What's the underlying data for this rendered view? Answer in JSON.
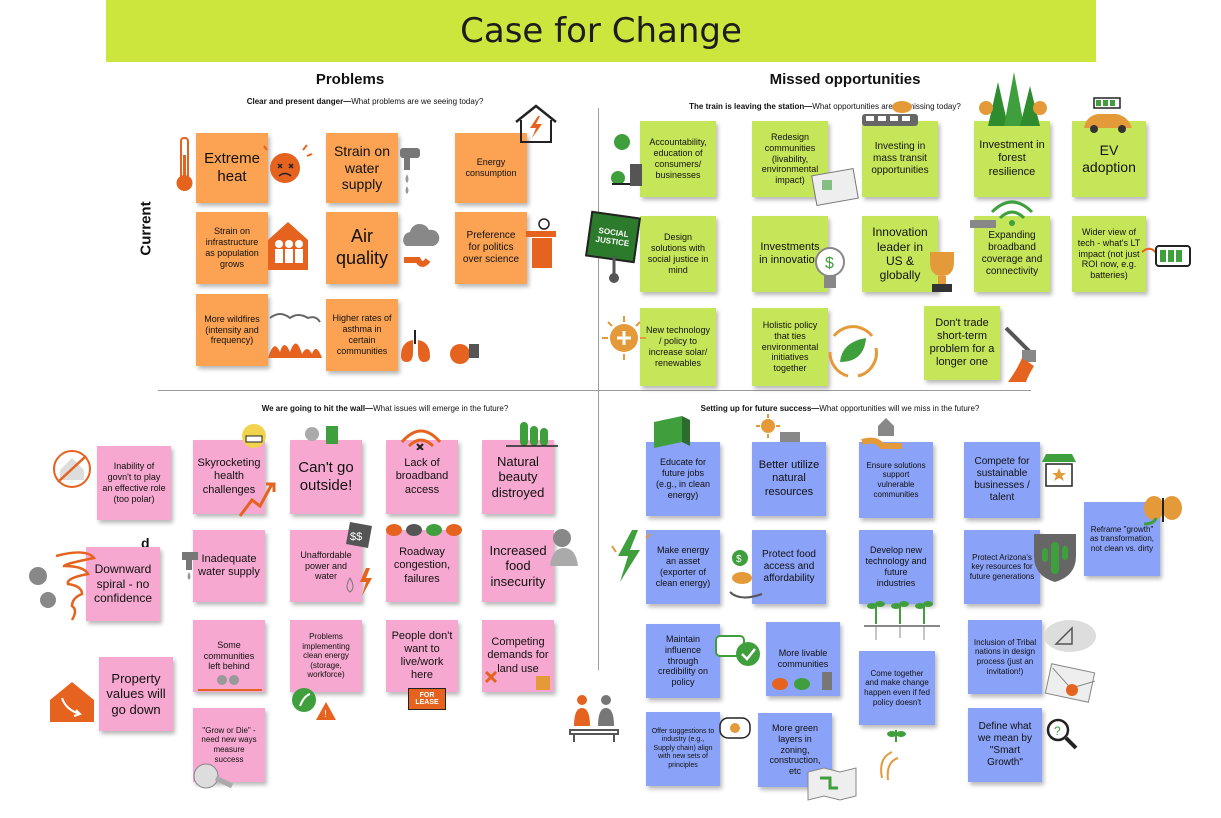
{
  "title": "Case for Change",
  "columns": {
    "problems": "Problems",
    "missed": "Missed opportunities"
  },
  "subheads": {
    "problems_current_bold": "Clear and present danger—",
    "problems_current_rest": "What problems are we seeing today?",
    "missed_current_bold": "The train is leaving the station—",
    "missed_current_rest": "What opportunities are we missing today?",
    "problems_future_bold": "We are going to hit the wall—",
    "problems_future_rest": "What issues will emerge in the future?",
    "missed_future_bold": "Setting up for future success—",
    "missed_future_rest": "What opportunities will we miss in the future?"
  },
  "rows": {
    "current": "Current",
    "future_fragment": "d"
  },
  "notes": {
    "problems_current": [
      "Extreme heat",
      "Strain on water supply",
      "Energy consumption",
      "Strain on infrastructure as population grows",
      "Air quality",
      "Preference for politics over science",
      "More wildfires (intensity and frequency)",
      "Higher rates of asthma in certain communities"
    ],
    "missed_current": [
      "Accountability, education of consumers/ businesses",
      "Redesign communities (livability, environmental impact)",
      "Investing in mass transit opportunities",
      "Investment in forest resilience",
      "EV adoption",
      "Design solutions with social justice in mind",
      "Investments in innovation",
      "Innovation leader in US & globally",
      "Expanding broadband coverage and connectivity",
      "Wider view of tech - what's LT impact (not just ROI now, e.g. batteries)",
      "New technology / policy to increase solar/ renewables",
      "Holistic policy that ties environmental initiatives together",
      "Don't trade short-term problem for a longer one"
    ],
    "problems_future": [
      "Inability of govn't to play an effective role (too polar)",
      "Skyrocketing health challenges",
      "Can't go outside!",
      "Lack of broadband access",
      "Natural beauty distroyed",
      "Downward spiral - no confidence",
      "Inadequate water supply",
      "Unaffordable power and water",
      "Roadway congestion, failures",
      "Increased food insecurity",
      "Some communities left behind",
      "Problems implementing clean energy (storage, workforce)",
      "People don't want to live/work here",
      "Competing demands for land use",
      "Property values will go down",
      "\"Grow or Die\" - need new ways measure success"
    ],
    "missed_future": [
      "Educate for future jobs (e.g., in clean energy)",
      "Better utilize natural resources",
      "Ensure solutions support vulnerable communities",
      "Compete for sustainable businesses / talent",
      "Reframe \"growth\" as transformation, not clean vs. dirty",
      "Make energy an asset (exporter of clean energy)",
      "Protect food access and affordability",
      "Develop new technology and future industries",
      "Protect Arizona's key resources for future generations",
      "Maintain influence through credibility on policy",
      "More livable communities",
      "Come together and make change happen even if fed policy doesn't",
      "Inclusion of Tribal nations in design process (just an invitation!)",
      "Offer suggestions to industry (e.g., Supply chain) align with new sets of principles",
      "More green layers in zoning, construction, etc",
      "Define what we mean by \"Smart Growth\""
    ]
  },
  "sticker_text": {
    "social_justice": "SOCIAL JUSTICE",
    "for_lease": "FOR LEASE"
  },
  "colors": {
    "title_bar": "#cde63e",
    "orange_note": "#fba253",
    "green_note": "#c6e659",
    "pink_note": "#f6a8d0",
    "blue_note": "#8aa2f8",
    "icon_orange": "#e5621f",
    "icon_green": "#3f9f3c"
  },
  "icons": [
    "thermometer-icon",
    "sad-sun-icon",
    "faucet-icon",
    "house-lightning-icon",
    "people-house-icon",
    "cloud-icon",
    "podium-icon",
    "wildfire-icon",
    "lungs-icon",
    "people-icon",
    "social-justice-sign-icon",
    "blueprint-icon",
    "train-icon",
    "forest-icon",
    "car-battery-icon",
    "lightbulb-icon",
    "trophy-icon",
    "wifi-icon",
    "battery-icon",
    "solar-sun-icon",
    "recycle-leaf-icon",
    "bulldozer-icon",
    "no-house-icon",
    "sick-face-icon",
    "person-icon",
    "wifi-off-icon",
    "cactus-icon",
    "tornado-icon",
    "money-tag-icon",
    "roadway-icon",
    "farmer-icon",
    "house-down-icon",
    "leaf-warning-icon",
    "for-lease-sign-icon",
    "no-building-icon",
    "tape-measure-icon",
    "book-icon",
    "sun-panel-icon",
    "hand-house-icon",
    "store-icon",
    "butterfly-icon",
    "plug-lightning-icon",
    "money-food-icon",
    "cactus-shield-icon",
    "chat-check-icon",
    "vehicles-icon",
    "sprouts-icon",
    "ruler-icon",
    "envelope-icon",
    "magnifier-icon",
    "podium-people-icon",
    "idea-icon",
    "map-icon",
    "hands-plant-icon"
  ]
}
